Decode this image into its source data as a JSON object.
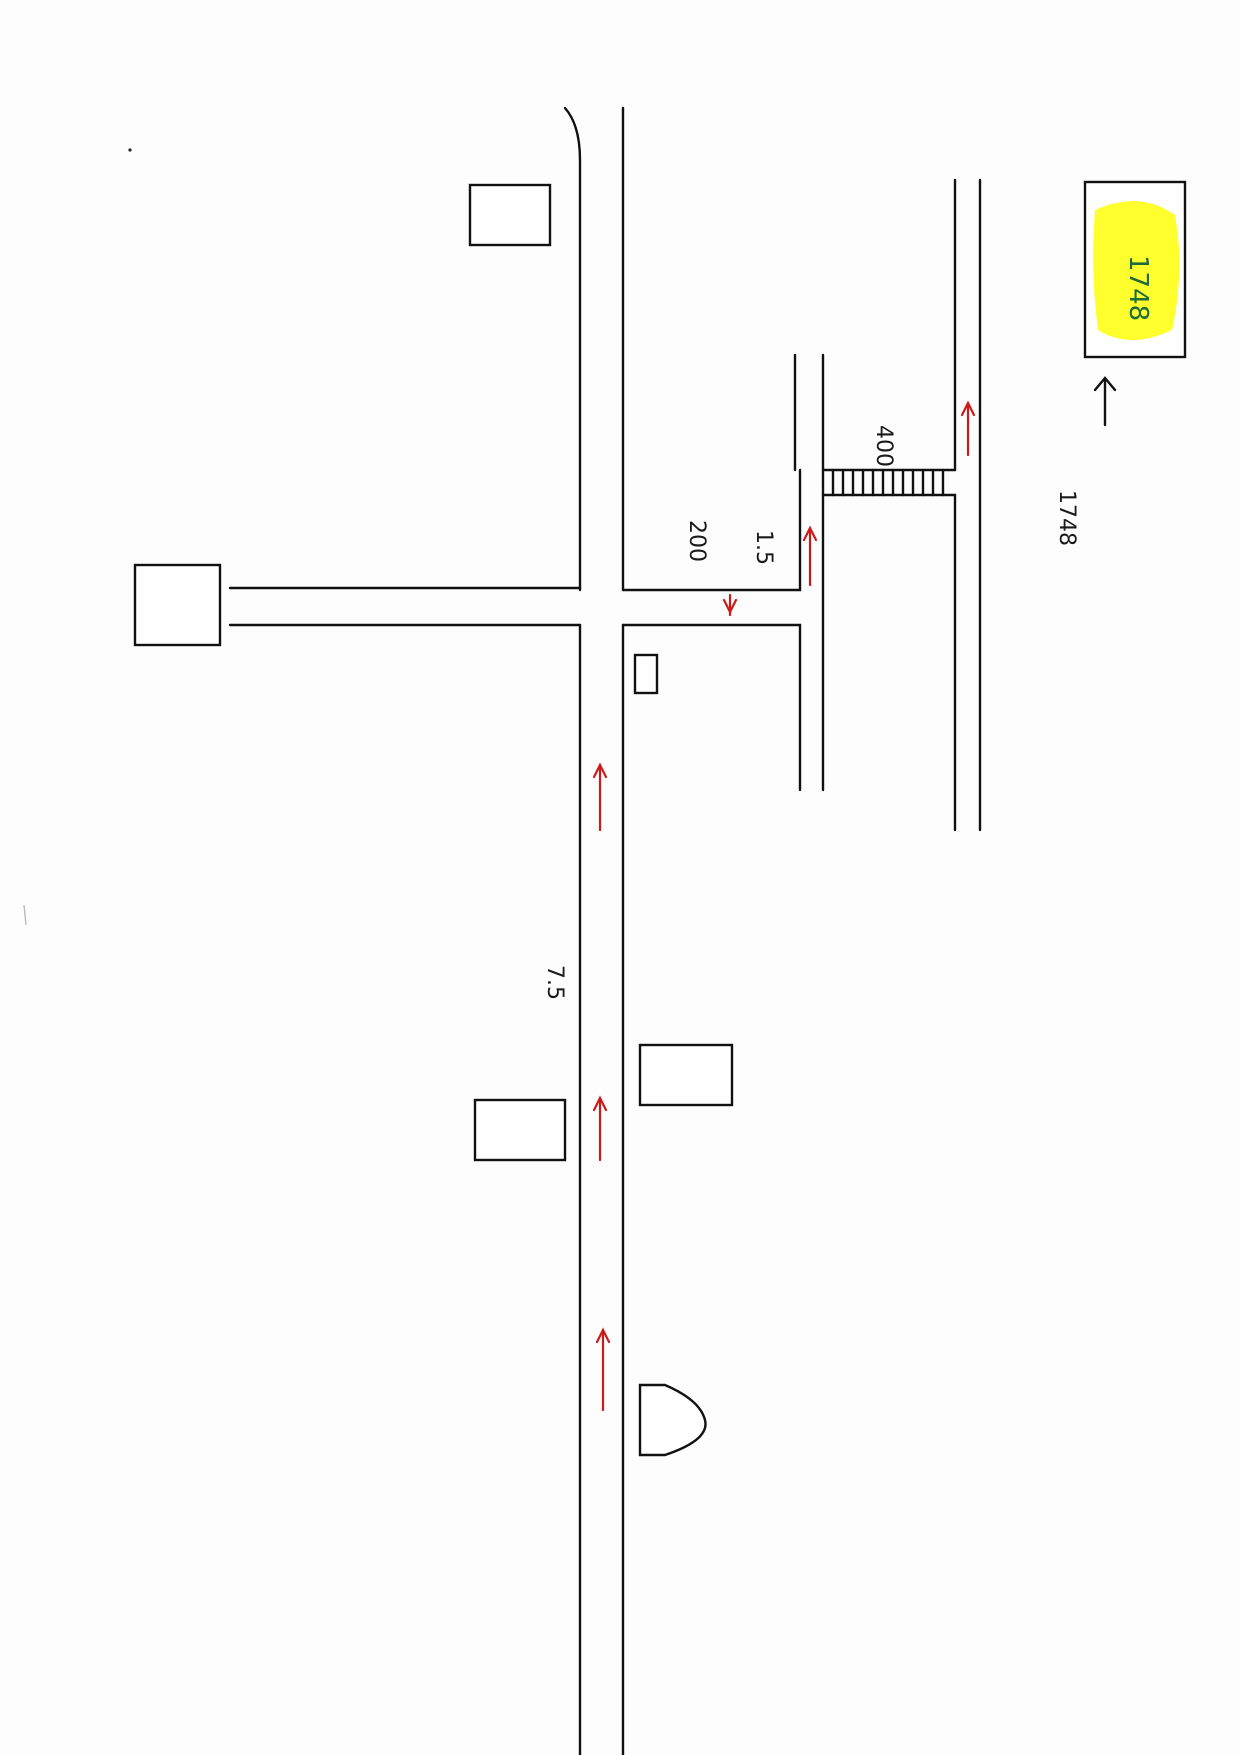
{
  "map": {
    "highlight_box": {
      "main_text": "",
      "number": "1748",
      "highlight_color": "#ffff2e",
      "note_red": ""
    },
    "arrow_caption": {
      "line1": "",
      "line2": "1748"
    },
    "title_lines": {
      "line1": "",
      "line2": ""
    },
    "distances": {
      "near_crossing": "400",
      "short_road": "1.5",
      "short_road_unit": "200",
      "long_road": "7.5"
    },
    "landmarks": {
      "top_left_building": "",
      "left_building": "",
      "small_square": "",
      "middle_building": "",
      "lower_building": "",
      "shield": "",
      "crossing": ""
    },
    "colors": {
      "road": "#111111",
      "direction_arrow": "#cc1a1a",
      "highlight": "#ffff2e",
      "title_ink": "#1c2a8a"
    }
  }
}
